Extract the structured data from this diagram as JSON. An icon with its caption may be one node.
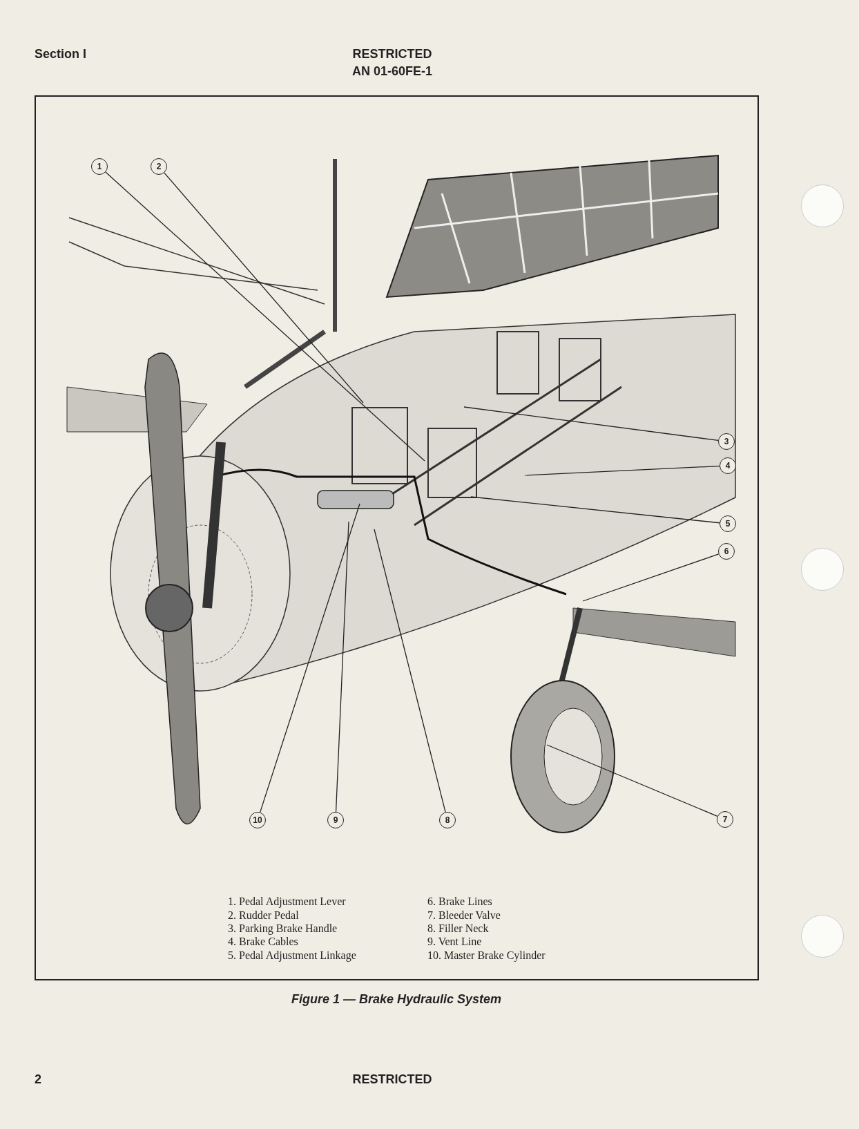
{
  "diagram": {
    "caption": "Figure 1 — Brake Hydraulic System",
    "nodes": [
      {
        "text": [
          "1"
        ]
      },
      {
        "text": [
          "2"
        ]
      },
      {
        "text": [
          "3"
        ]
      },
      {
        "text": [
          "4"
        ]
      },
      {
        "text": [
          "5"
        ]
      },
      {
        "text": [
          "6"
        ]
      },
      {
        "text": [
          "7"
        ]
      },
      {
        "text": [
          "8"
        ]
      },
      {
        "text": [
          "9"
        ]
      },
      {
        "text": [
          "10"
        ]
      }
    ],
    "edges": [
      {
        "from": 0,
        "to": null,
        "arrow": "none"
      },
      {
        "from": 1,
        "to": null,
        "arrow": "none"
      },
      {
        "from": 2,
        "to": null,
        "arrow": "none"
      },
      {
        "from": 3,
        "to": null,
        "arrow": "none"
      },
      {
        "from": 4,
        "to": null,
        "arrow": "none"
      },
      {
        "from": 5,
        "to": null,
        "arrow": "none"
      },
      {
        "from": 6,
        "to": null,
        "arrow": "none"
      },
      {
        "from": 7,
        "to": null,
        "arrow": "none"
      },
      {
        "from": 8,
        "to": null,
        "arrow": "none"
      },
      {
        "from": 9,
        "to": null,
        "arrow": "none"
      }
    ],
    "labels": [
      "Section I",
      "RESTRICTED",
      "AN 01-60FE-1",
      "1. Pedal Adjustment Lever",
      "2. Rudder Pedal",
      "3. Parking Brake Handle",
      "4. Brake Cables",
      "5. Pedal Adjustment Linkage",
      "6. Brake Lines",
      "7. Bleeder Valve",
      "8. Filler Neck",
      "9. Vent Line",
      "10. Master Brake Cylinder",
      "2",
      "RESTRICTED"
    ]
  }
}
